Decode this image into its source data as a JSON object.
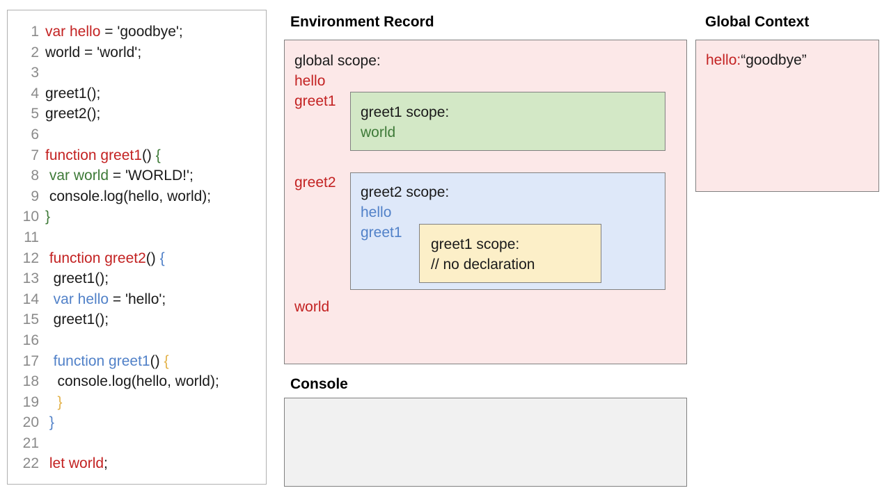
{
  "editor": {
    "lines": [
      {
        "num": "1",
        "tokens": [
          {
            "t": "var hello",
            "c": "red"
          },
          {
            "t": " = 'goodbye';",
            "c": "black"
          }
        ]
      },
      {
        "num": "2",
        "tokens": [
          {
            "t": "world = 'world';",
            "c": "black"
          }
        ]
      },
      {
        "num": "3",
        "tokens": [
          {
            "t": "",
            "c": "black"
          }
        ]
      },
      {
        "num": "4",
        "tokens": [
          {
            "t": "greet1();",
            "c": "black"
          }
        ]
      },
      {
        "num": "5",
        "tokens": [
          {
            "t": "greet2();",
            "c": "black"
          }
        ]
      },
      {
        "num": "6",
        "tokens": [
          {
            "t": "",
            "c": "black"
          }
        ]
      },
      {
        "num": "7",
        "tokens": [
          {
            "t": "function greet1",
            "c": "red"
          },
          {
            "t": "() ",
            "c": "black"
          },
          {
            "t": "{",
            "c": "green"
          }
        ]
      },
      {
        "num": "8",
        "tokens": [
          {
            "t": " ",
            "c": "black"
          },
          {
            "t": "var world",
            "c": "green"
          },
          {
            "t": " = 'WORLD!';",
            "c": "black"
          }
        ]
      },
      {
        "num": "9",
        "tokens": [
          {
            "t": " console.log(hello, world);",
            "c": "black"
          }
        ]
      },
      {
        "num": "10",
        "tokens": [
          {
            "t": "}",
            "c": "green"
          }
        ]
      },
      {
        "num": "11",
        "tokens": [
          {
            "t": "",
            "c": "black"
          }
        ]
      },
      {
        "num": "12",
        "tokens": [
          {
            "t": " ",
            "c": "black"
          },
          {
            "t": "function greet2",
            "c": "red"
          },
          {
            "t": "() ",
            "c": "black"
          },
          {
            "t": "{",
            "c": "blue"
          }
        ]
      },
      {
        "num": "13",
        "tokens": [
          {
            "t": "  greet1();",
            "c": "black"
          }
        ]
      },
      {
        "num": "14",
        "tokens": [
          {
            "t": "  ",
            "c": "black"
          },
          {
            "t": "var hello",
            "c": "blue"
          },
          {
            "t": " = 'hello';",
            "c": "black"
          }
        ]
      },
      {
        "num": "15",
        "tokens": [
          {
            "t": "  greet1();",
            "c": "black"
          }
        ]
      },
      {
        "num": "16",
        "tokens": [
          {
            "t": "",
            "c": "black"
          }
        ]
      },
      {
        "num": "17",
        "tokens": [
          {
            "t": "  ",
            "c": "black"
          },
          {
            "t": "function greet1",
            "c": "blue"
          },
          {
            "t": "() ",
            "c": "black"
          },
          {
            "t": "{",
            "c": "gold"
          }
        ]
      },
      {
        "num": "18",
        "tokens": [
          {
            "t": "   console.log(hello, world);",
            "c": "black"
          }
        ]
      },
      {
        "num": "19",
        "tokens": [
          {
            "t": "   ",
            "c": "black"
          },
          {
            "t": "}",
            "c": "gold"
          }
        ]
      },
      {
        "num": "20",
        "tokens": [
          {
            "t": " ",
            "c": "black"
          },
          {
            "t": "}",
            "c": "blue"
          }
        ]
      },
      {
        "num": "21",
        "tokens": [
          {
            "t": "",
            "c": "black"
          }
        ]
      },
      {
        "num": "22",
        "tokens": [
          {
            "t": " ",
            "c": "black"
          },
          {
            "t": "let world",
            "c": "red"
          },
          {
            "t": ";",
            "c": "black"
          }
        ]
      }
    ]
  },
  "environment_record": {
    "title": "Environment Record",
    "global": {
      "heading": "global scope:",
      "bindings": [
        "hello",
        "greet1",
        "greet2",
        "world"
      ]
    },
    "greet1_scope": {
      "heading": "greet1 scope:",
      "bindings": [
        "world"
      ]
    },
    "greet2_scope": {
      "heading": "greet2 scope:",
      "bindings": [
        "hello",
        "greet1"
      ]
    },
    "greet1_nested_scope": {
      "heading": "greet1 scope:",
      "comment": "// no declaration"
    }
  },
  "global_context": {
    "title": "Global Context",
    "entry_key": "hello:",
    "entry_value": "“goodbye”"
  },
  "console": {
    "title": "Console",
    "output": ""
  },
  "colors": {
    "red": "#c32222",
    "blue": "#5181c8",
    "green": "#3e7a38",
    "gold": "#e3b24a",
    "pink_fill": "#fce8e8",
    "green_fill": "#d3e8c6",
    "blue_fill": "#dee8f9",
    "yellow_fill": "#fcefc8",
    "console_fill": "#f1f1f1",
    "border": "#808080"
  }
}
